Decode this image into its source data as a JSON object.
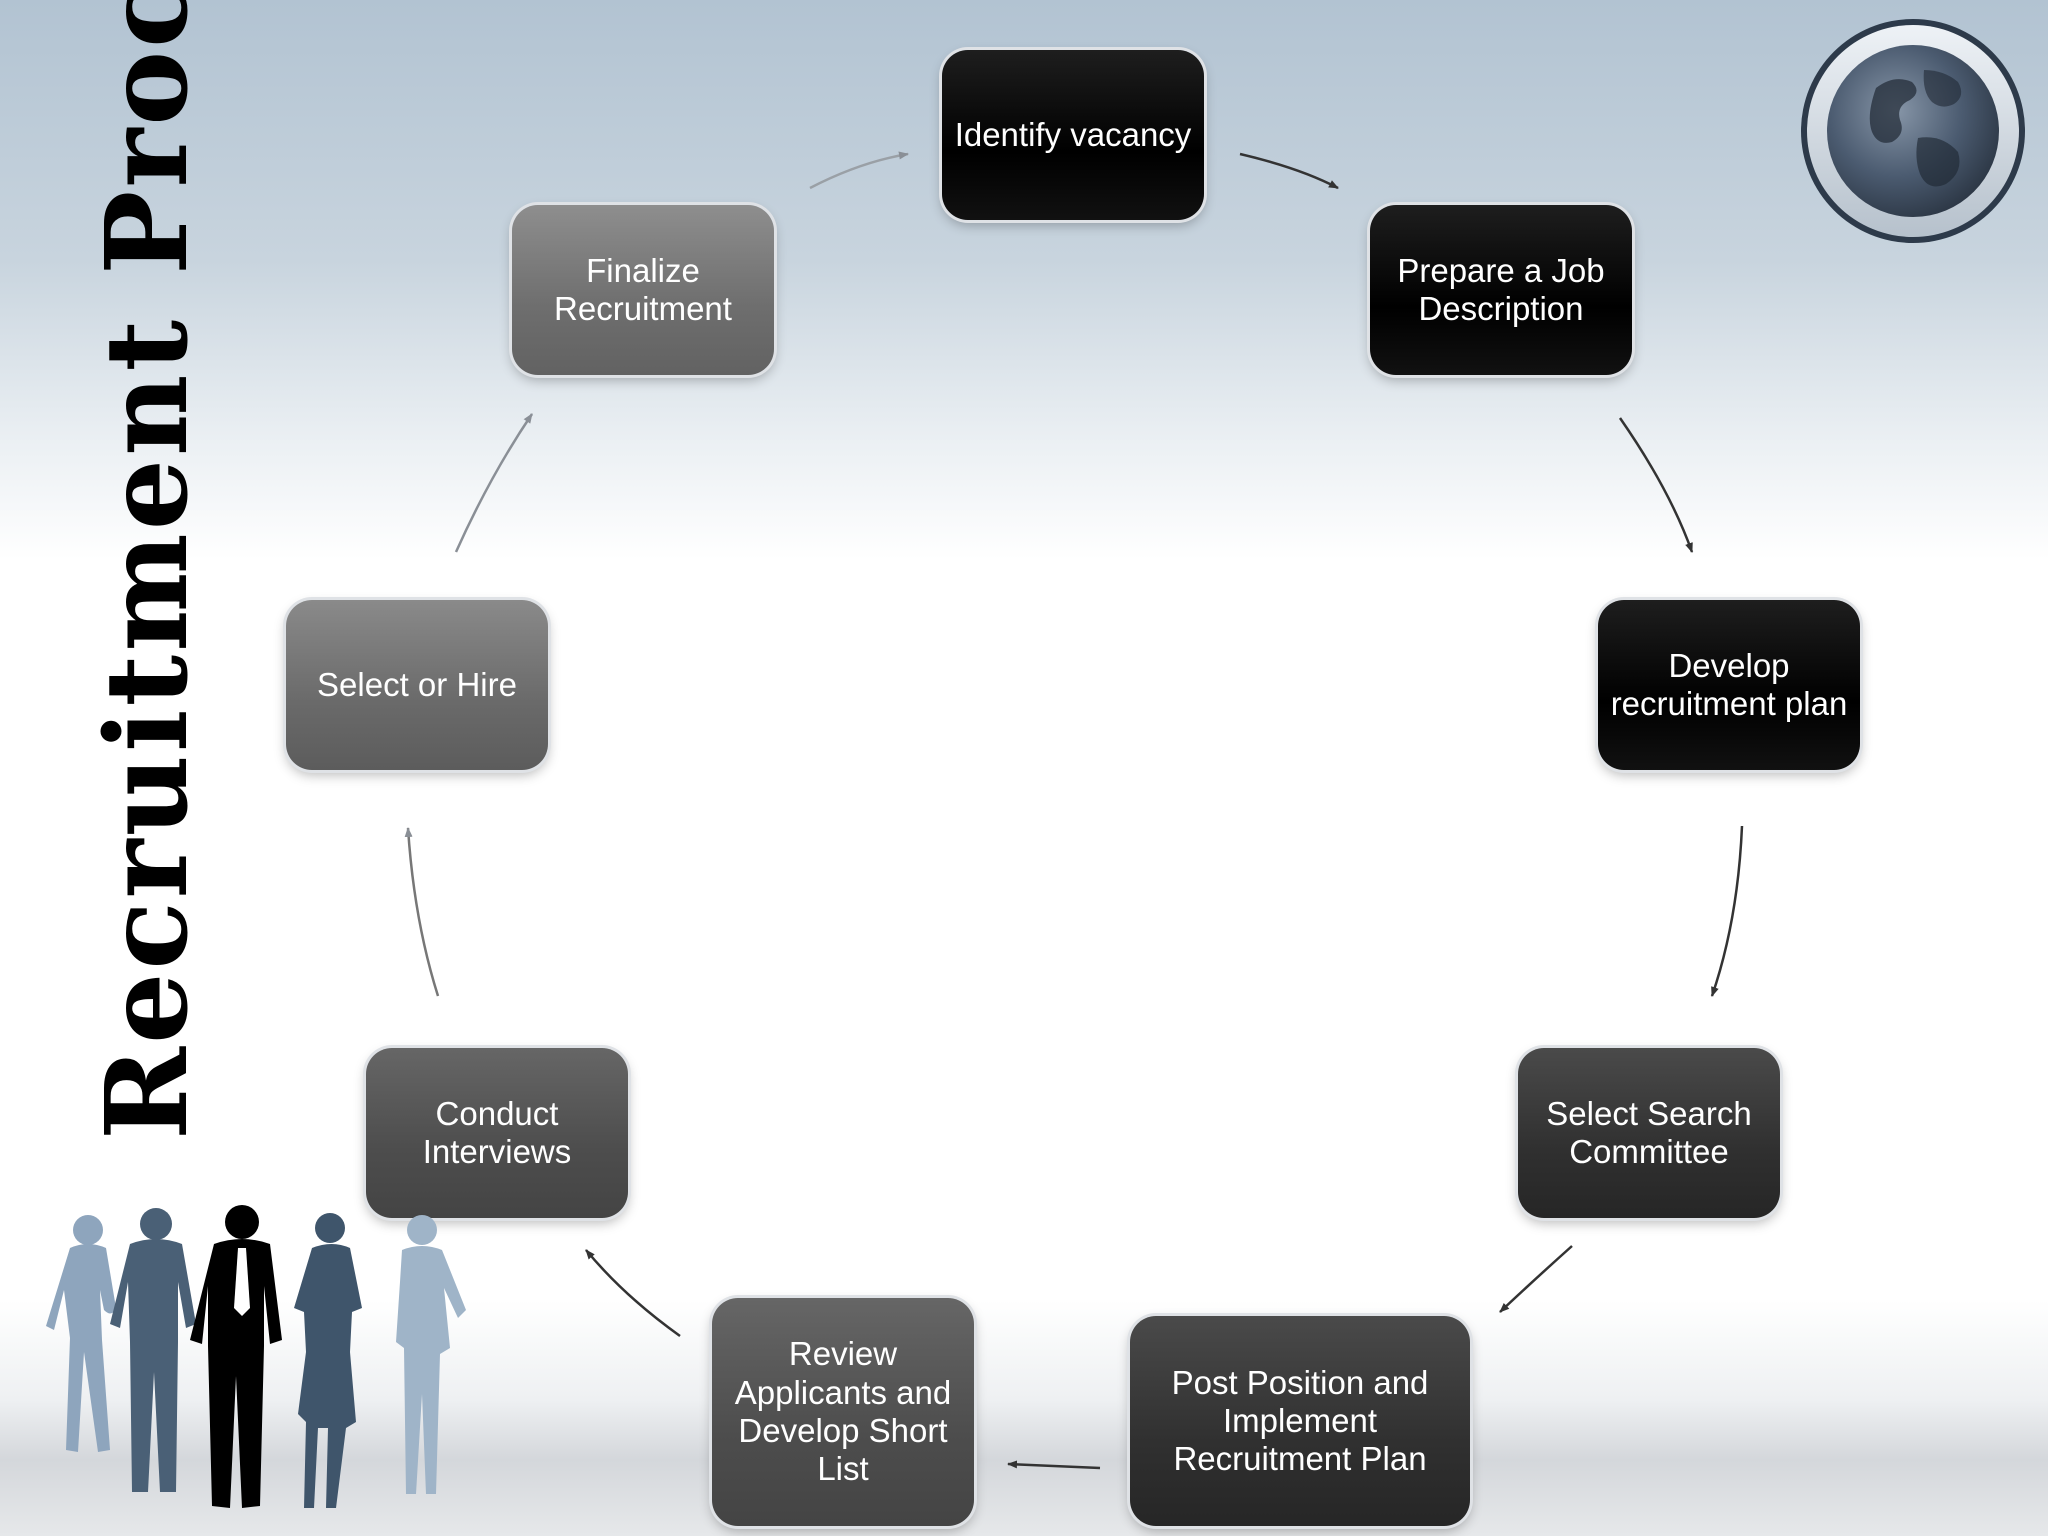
{
  "slide": {
    "title": "Recruitment Process"
  },
  "steps": [
    {
      "label": "Identify vacancy"
    },
    {
      "label": "Prepare a Job\nDescription"
    },
    {
      "label": "Develop\nrecruitment plan"
    },
    {
      "label": "Select Search\nCommittee"
    },
    {
      "label": "Post Position and\nImplement\nRecruitment Plan"
    },
    {
      "label": "Review\nApplicants and\nDevelop Short\nList"
    },
    {
      "label": "Conduct\nInterviews"
    },
    {
      "label": "Select or Hire"
    },
    {
      "label": "Finalize\nRecruitment"
    }
  ],
  "colors": {
    "step_black": "#000000",
    "step_dark": "#303030",
    "step_gray": "#6a6a6a",
    "arrow": "#6b6b6b",
    "silhouette_light": "#8ea5bd",
    "silhouette_dark": "#4a6076"
  }
}
